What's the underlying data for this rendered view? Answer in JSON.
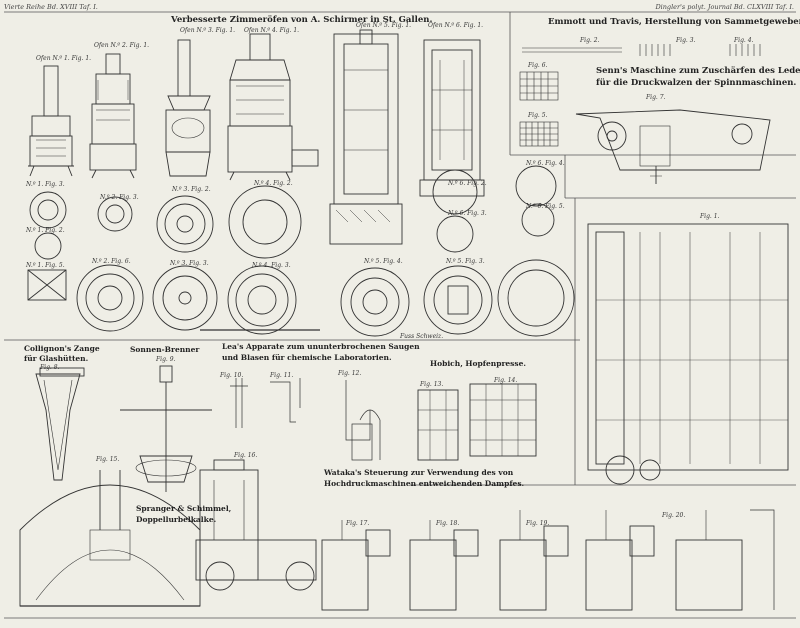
{
  "header": {
    "left": "Vierte Reihe Bd. XVIII Taf. I.",
    "right": "Dingler's polyt. Journal Bd. CLXVIII Taf. I."
  },
  "sections": {
    "stoves": "Verbesserte Zimmeröfen von A. Schirmer in St. Gallen.",
    "emmott": "Emmott und Travis, Herstellung von Sammetgeweben.",
    "senn_1": "Senn's Maschine zum Zuschärfen des Leders",
    "senn_2": "für die Druckwalzen der Spinnmaschinen.",
    "collignon_1": "Collignon's Zange",
    "collignon_2": "für Glashütten.",
    "sonnen": "Sonnen-Brenner",
    "lea_1": "Lea's Apparate zum ununterbrochenen Saugen",
    "lea_2": "und Blasen für chemische Laboratorien.",
    "hobich": "Hobich, Hopfenpresse.",
    "wataka_1": "Wataka's Steuerung zur Verwendung des von",
    "wataka_2": "Hochdruckmaschinen entweichenden Dampfes.",
    "spranger_1": "Spranger & Schimmel,",
    "spranger_2": "Doppellurbelkalke."
  },
  "labels": {
    "ofen1": "Ofen N.º 1. Fig. 1.",
    "ofen2": "Ofen N.º 2. Fig. 1.",
    "ofen3": "Ofen N.º 3. Fig. 1.",
    "ofen4": "Ofen N.º 4. Fig. 1.",
    "ofen5": "Ofen N.º 5. Fig. 1.",
    "ofen6": "Ofen N.º 6. Fig. 1.",
    "n1f3": "N.º 1. Fig. 3.",
    "n2f3": "N.º 2. Fig. 3.",
    "n3f2": "N.º 3. Fig. 2.",
    "n4f2": "N.º 4. Fig. 2.",
    "n6f2": "N.º 6. Fig. 2.",
    "n6f3": "N.º 6. Fig. 3.",
    "n6f4": "N.º 6. Fig. 4.",
    "n6f5": "N.º 6. Fig. 5.",
    "n1f2": "N.º 1. Fig. 2.",
    "n1f5": "N.º 1. Fig. 5.",
    "n2f6": "N.º 2. Fig. 6.",
    "n3f3": "N.º 3. Fig. 3.",
    "n4f3": "N.º 4. Fig. 3.",
    "n5f4": "N.º 5. Fig. 4.",
    "n5f3": "N.º 5. Fig. 3.",
    "fig1e": "Fig. 1.",
    "fig2e": "Fig. 2.",
    "fig3e": "Fig. 3.",
    "fig4e": "Fig. 4.",
    "fig5e": "Fig. 5.",
    "fig6e": "Fig. 6.",
    "fig7s": "Fig. 7.",
    "fig8": "Fig. 8.",
    "fig9": "Fig. 9.",
    "fig10": "Fig. 10.",
    "fig11": "Fig. 11.",
    "fig12": "Fig. 12.",
    "fig13": "Fig. 13.",
    "fig14": "Fig. 14.",
    "fig15": "Fig. 15.",
    "fig16": "Fig. 16.",
    "fig17": "Fig. 17.",
    "fig18": "Fig. 18.",
    "fig19": "Fig. 19.",
    "fig20": "Fig. 20.",
    "scale": "Fuss Schweiz."
  }
}
